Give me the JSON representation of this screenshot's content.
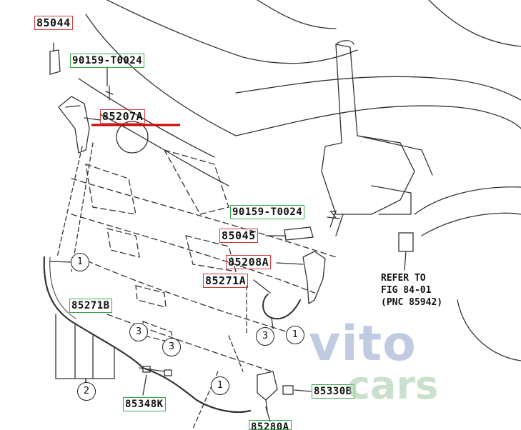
{
  "labels": {
    "p85044": "85044",
    "p90159a": "90159-T0024",
    "p85207a": "85207A",
    "p90159b": "90159-T0024",
    "p85045": "85045",
    "p85208a": "85208A",
    "p85271a": "85271A",
    "p85271b": "85271B",
    "p85348k": "85348K",
    "p85330b": "85330B",
    "p85280a": "85280A"
  },
  "refer": {
    "line1": "REFER TO",
    "line2": "FIG 84-01",
    "line3": "(PNC 85942)"
  },
  "callouts": {
    "c1a": "1",
    "c1b": "1",
    "c1c": "1",
    "c2": "2",
    "c3a": "3",
    "c3b": "3",
    "c3c": "3"
  },
  "watermark": {
    "line1": "vito",
    "line2": "cars"
  },
  "colors": {
    "red_box": "#d43a3a",
    "green_box": "#3aa84a",
    "highlight": "#cc0000",
    "watermark": "#8ea2cc"
  }
}
